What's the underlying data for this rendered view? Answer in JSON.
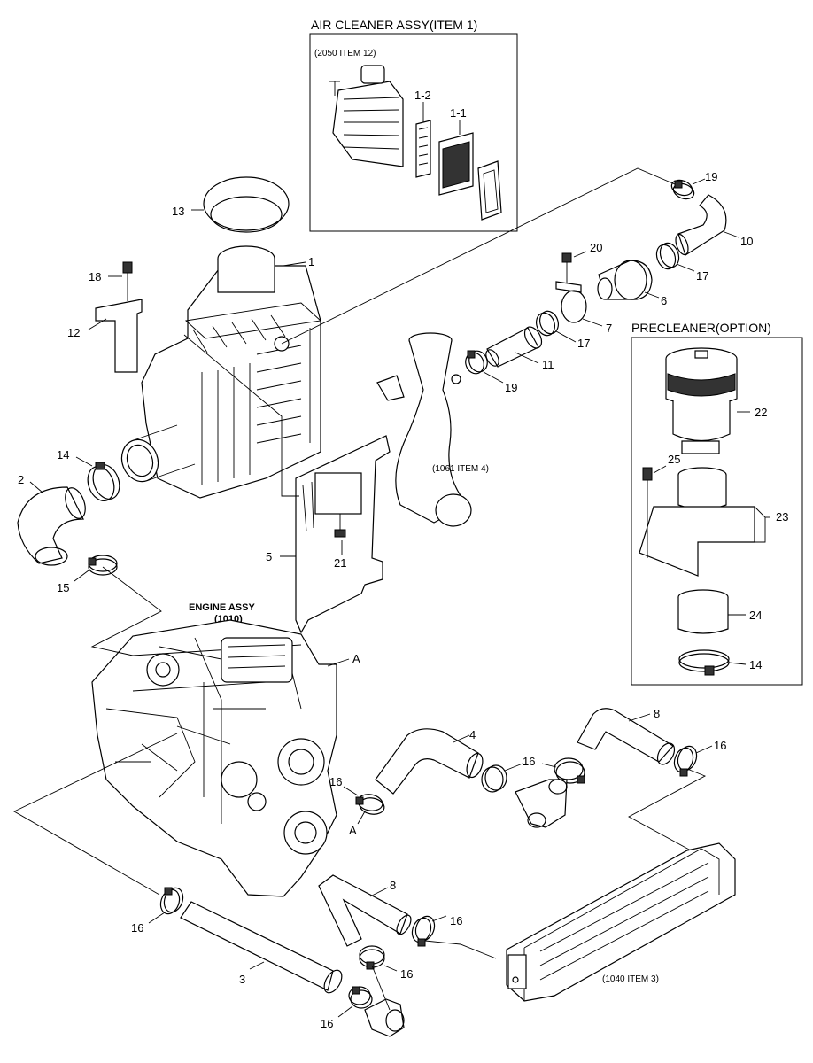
{
  "boxes": {
    "air_cleaner_title": "AIR CLEANER ASSY(ITEM 1)",
    "precleaner_title": "PRECLEANER(OPTION)"
  },
  "references": {
    "air_cleaner_ref": "(2050 ITEM 12)",
    "pipe_ref": "(1061 ITEM 4)",
    "intercooler_ref": "(1040 ITEM 3)",
    "engine_title": "ENGINE ASSY",
    "engine_code": "(1010)"
  },
  "callouts": {
    "c1_2": "1-2",
    "c1_1": "1-1",
    "c1": "1",
    "c2": "2",
    "c3": "3",
    "c4": "4",
    "c5": "5",
    "c6": "6",
    "c7": "7",
    "c8a": "8",
    "c8b": "8",
    "c10": "10",
    "c11": "11",
    "c12": "12",
    "c13": "13",
    "c14a": "14",
    "c14b": "14",
    "c15": "15",
    "c16a": "16",
    "c16b": "16",
    "c16c": "16",
    "c16d": "16",
    "c16e": "16",
    "c16f": "16",
    "c16g": "16",
    "c17a": "17",
    "c17b": "17",
    "c18": "18",
    "c19a": "19",
    "c19b": "19",
    "c20": "20",
    "c21": "21",
    "c22": "22",
    "c23": "23",
    "c24": "24",
    "c25": "25",
    "cA1": "A",
    "cA2": "A"
  }
}
